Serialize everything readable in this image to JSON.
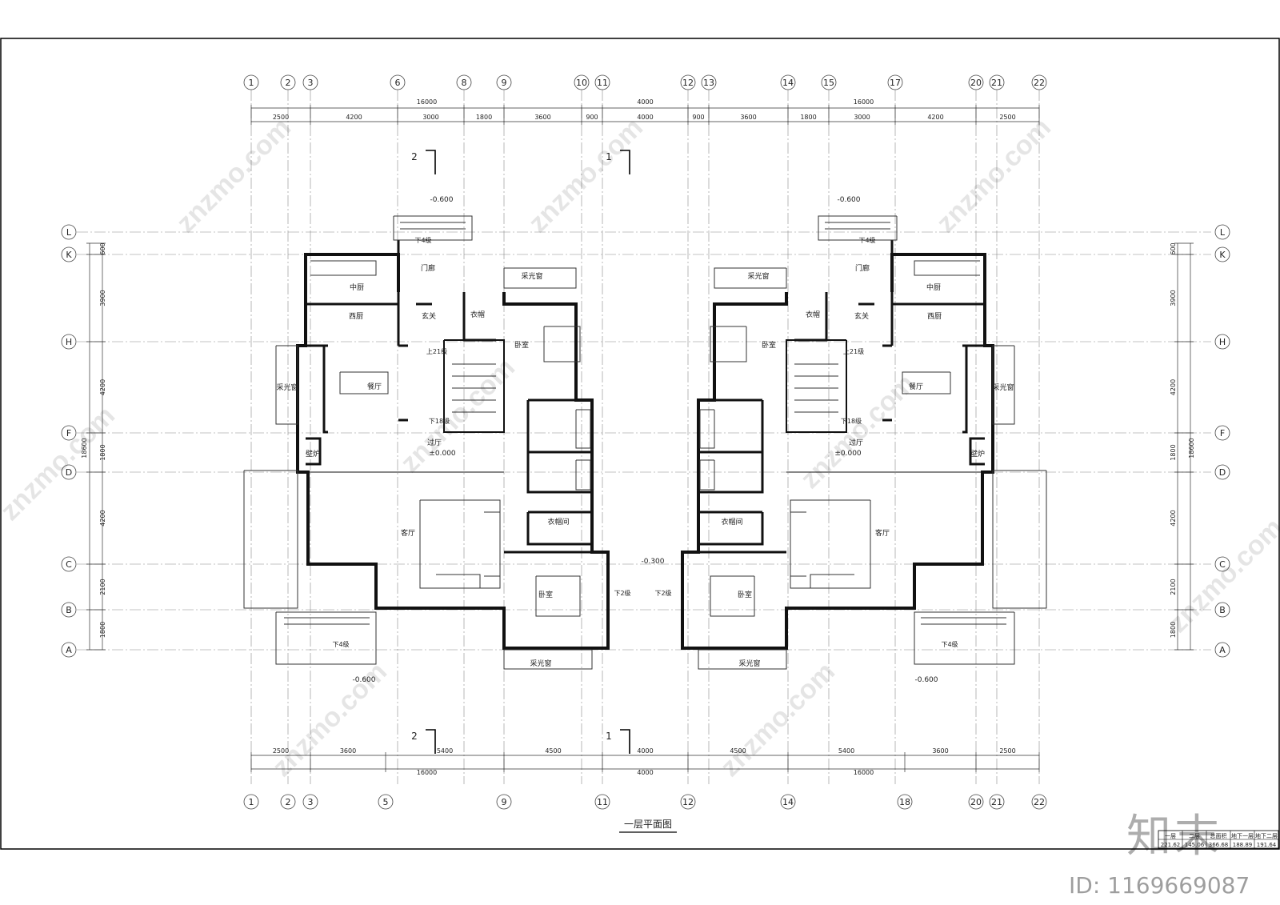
{
  "drawing_title": "一层平面图",
  "grid_top": [
    "1",
    "2",
    "3",
    "6",
    "8",
    "9",
    "10",
    "11",
    "12",
    "13",
    "14",
    "15",
    "17",
    "20",
    "21",
    "22"
  ],
  "grid_bottom": [
    "1",
    "2",
    "3",
    "5",
    "9",
    "11",
    "12",
    "14",
    "18",
    "20",
    "21",
    "22"
  ],
  "grid_left": [
    "L",
    "K",
    "H",
    "F",
    "D",
    "C",
    "B",
    "A"
  ],
  "dims_top_total": [
    "16000",
    "4000",
    "16000"
  ],
  "dims_top": [
    "2500",
    "4200",
    "3000",
    "1800",
    "3600",
    "900",
    "4000",
    "900",
    "3600",
    "1800",
    "3000",
    "4200",
    "2500"
  ],
  "dims_bottom": [
    "2500",
    "3600",
    "5400",
    "4500",
    "4000",
    "4500",
    "5400",
    "3600",
    "2500"
  ],
  "dims_bottom_total": [
    "16000",
    "4000",
    "16000"
  ],
  "dims_side": [
    "600",
    "3900",
    "4200",
    "1800",
    "4200",
    "2100",
    "1800"
  ],
  "dims_side_total": "18600",
  "rooms_left": [
    "中厨",
    "西厨",
    "门廊",
    "玄关",
    "衣帽",
    "卧室",
    "餐厅",
    "采光窗",
    "采光窗",
    "过厅",
    "壁炉",
    "客厅",
    "衣帽间",
    "卧室",
    "采光窗"
  ],
  "rooms_right": [
    "中厨",
    "西厨",
    "门廊",
    "玄关",
    "衣帽",
    "卧室",
    "餐厅",
    "采光窗",
    "采光窗",
    "过厅",
    "壁炉",
    "客厅",
    "衣帽间",
    "卧室",
    "采光窗"
  ],
  "stairs": [
    "上21级",
    "下18级",
    "下4级",
    "下4级",
    "下2级",
    "下2级",
    "下4级",
    "下4级",
    "上21级",
    "下18级"
  ],
  "levels": [
    "-0.600",
    "-0.600",
    "±0.000",
    "±0.000",
    "-0.300",
    "-0.600",
    "-0.600"
  ],
  "section_marks": [
    "2",
    "1",
    "2",
    "1"
  ],
  "area_table": {
    "headers": [
      "一层",
      "二层",
      "总面积",
      "地下一层",
      "地下二层"
    ],
    "values": [
      "221.62",
      "145.06",
      "366.68",
      "188.89",
      "191.64"
    ]
  },
  "watermark": "znzmo.com",
  "brand": "知末",
  "brand_id": "ID: 1169669087"
}
